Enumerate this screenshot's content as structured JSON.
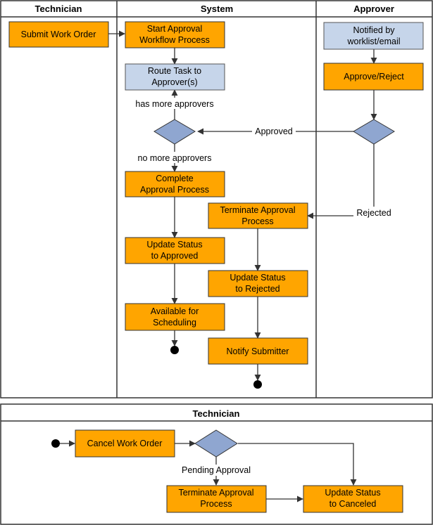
{
  "lanes": {
    "technician": "Technician",
    "system": "System",
    "approver": "Approver",
    "technician_bottom": "Technician"
  },
  "nodes": {
    "submit": "Submit Work Order",
    "start_approval": [
      "Start Approval",
      "Workflow Process"
    ],
    "route_task": [
      "Route Task to",
      "Approver(s)"
    ],
    "notified": [
      "Notified by",
      "worklist/email"
    ],
    "approve_reject": "Approve/Reject",
    "complete": [
      "Complete",
      "Approval Process"
    ],
    "terminate": [
      "Terminate Approval",
      "Process"
    ],
    "update_approved": [
      "Update Status",
      "to Approved"
    ],
    "update_rejected": [
      "Update Status",
      "to Rejected"
    ],
    "available": [
      "Available for",
      "Scheduling"
    ],
    "notify_submitter": "Notify Submitter",
    "cancel": "Cancel Work Order",
    "terminate_bottom": [
      "Terminate Approval",
      "Process"
    ],
    "update_canceled": [
      "Update Status",
      "to Canceled"
    ]
  },
  "edge_labels": {
    "has_more": "has more approvers",
    "no_more": "no more approvers",
    "approved": "Approved",
    "rejected": "Rejected",
    "pending": "Pending Approval"
  },
  "colors": {
    "activity": "#ffa500",
    "notification": "#c6d5ea",
    "decision": "#8fa6d0"
  }
}
